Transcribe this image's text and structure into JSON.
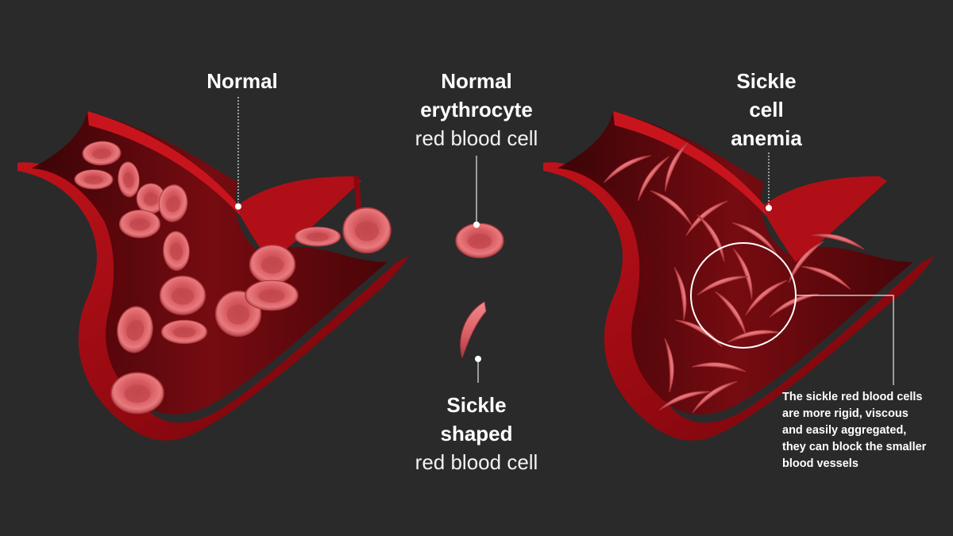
{
  "labels": {
    "normal": "Normal",
    "erythrocyte": [
      "Normal",
      "erythrocyte",
      "red blood cell"
    ],
    "sickle_shaped": [
      "Sickle",
      "shaped",
      "red blood cell"
    ],
    "anemia": [
      "Sickle",
      "cell",
      "anemia"
    ]
  },
  "note_lines": [
    "The sickle red blood cells",
    "are more rigid, viscous",
    "and easily aggregated,",
    "they can block the smaller",
    "blood vessels"
  ],
  "colors": {
    "background": "#2a2a2a",
    "vessel": "#a80d14",
    "vessel_dark": "#5a0408",
    "vessel_light": "#d01a22",
    "cell": "#e06a6e",
    "cell_center": "#c2474d",
    "cell_dark": "#a8373c",
    "annotation": "#ffffff"
  }
}
